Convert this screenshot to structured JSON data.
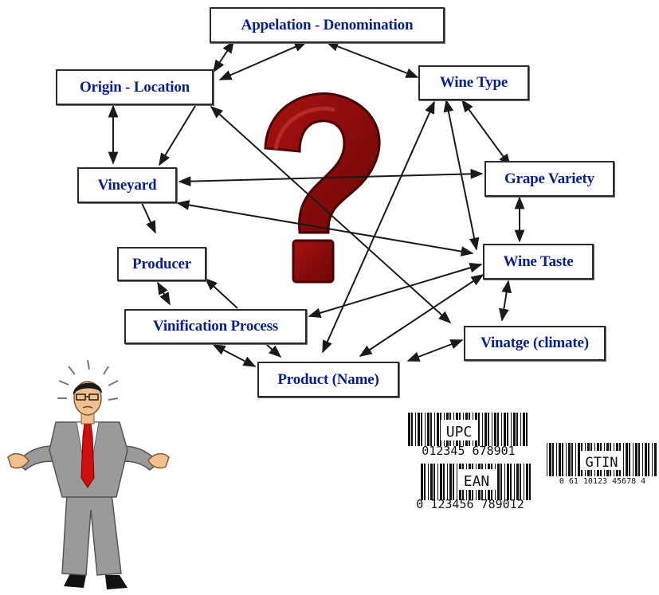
{
  "nodes": {
    "appelation": "Appelation - Denomination",
    "origin": "Origin - Location",
    "wine_type": "Wine Type",
    "vineyard": "Vineyard",
    "grape_variety": "Grape Variety",
    "producer": "Producer",
    "wine_taste": "Wine Taste",
    "vinification": "Vinification Process",
    "vintage": "Vinatge (climate)",
    "product": "Product (Name)"
  },
  "center_symbol": "?",
  "barcodes": {
    "upc": {
      "label": "UPC",
      "digits": "012345 678901"
    },
    "ean": {
      "label": "EAN",
      "digits": "0 123456 789012"
    },
    "gtin": {
      "label": "GTIN",
      "digits": "0  61  10123  45678  4"
    }
  },
  "colors": {
    "node_text": "#0a1f8f",
    "question_mark": "#8b0a0a",
    "arrows": "#1a1a1a",
    "tie": "#d01010",
    "suit": "#9a9a9a"
  }
}
